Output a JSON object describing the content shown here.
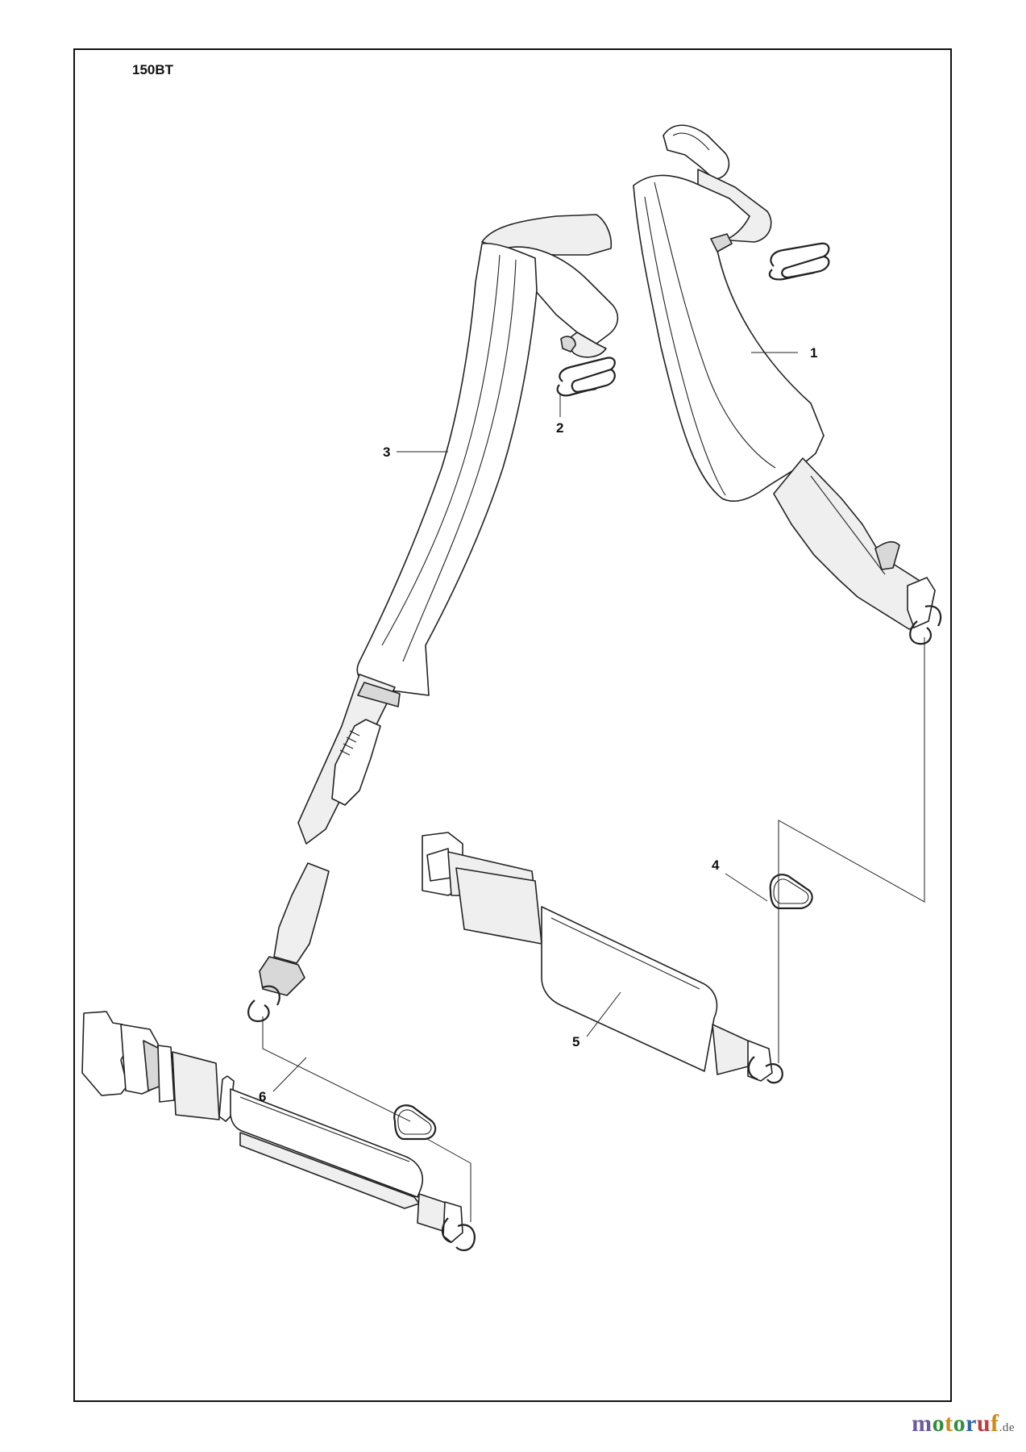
{
  "model_label": "150BT",
  "callouts": {
    "c1": "1",
    "c2": "2",
    "c3": "3",
    "c4": "4",
    "c5": "5",
    "c6": "6"
  },
  "watermark": {
    "parts": [
      "m",
      "o",
      "t",
      "o",
      "r",
      "u",
      "f"
    ],
    "suffix": ".de",
    "colors": [
      "#6a5aa0",
      "#2f8f3a",
      "#d08a1a",
      "#2f66b0",
      "#c23a3a"
    ]
  }
}
